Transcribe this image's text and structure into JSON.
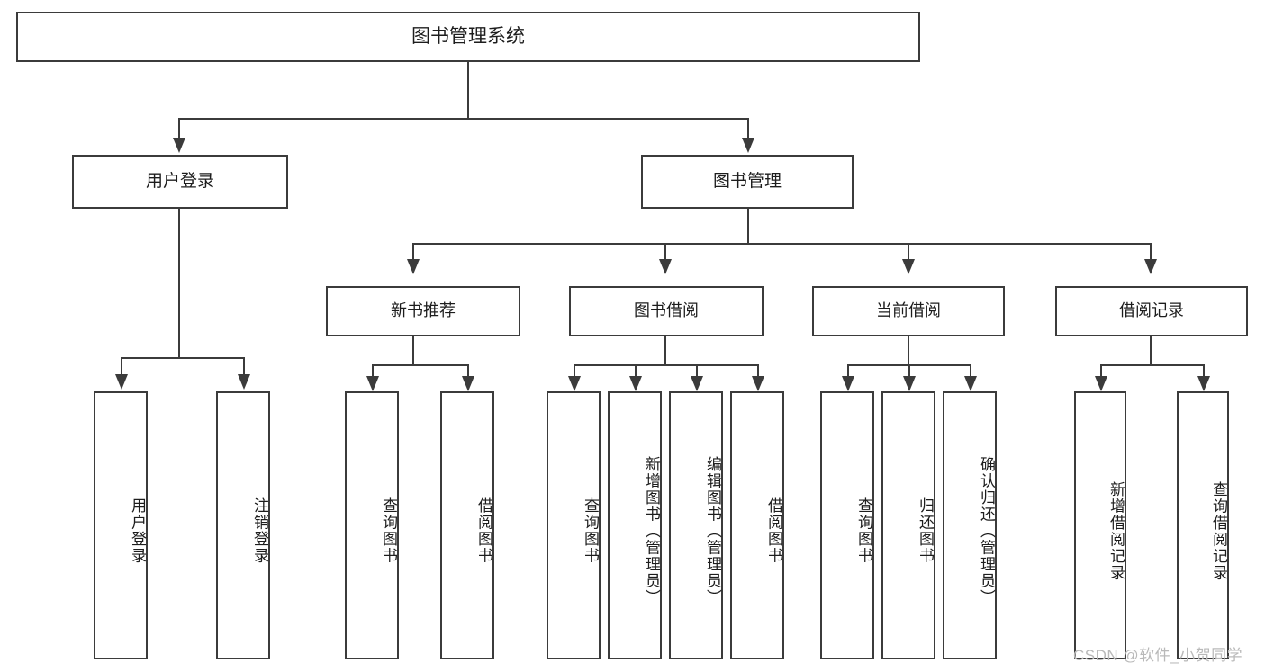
{
  "diagram": {
    "type": "tree",
    "title": "图书管理系统",
    "root": {
      "label": "图书管理系统"
    },
    "level2": [
      {
        "label": "用户登录"
      },
      {
        "label": "图书管理"
      }
    ],
    "level3": [
      {
        "label": "新书推荐"
      },
      {
        "label": "图书借阅"
      },
      {
        "label": "当前借阅"
      },
      {
        "label": "借阅记录"
      }
    ],
    "leaves": {
      "user_login": [
        {
          "label": "用户登录"
        },
        {
          "label": "注销登录"
        }
      ],
      "new_book": [
        {
          "label": "查询图书"
        },
        {
          "label": "借阅图书"
        }
      ],
      "book_borrow": [
        {
          "label": "查询图书"
        },
        {
          "label": "新增图书（管理员）"
        },
        {
          "label": "编辑图书（管理员）"
        },
        {
          "label": "借阅图书"
        }
      ],
      "current_borrow": [
        {
          "label": "查询图书"
        },
        {
          "label": "归还图书"
        },
        {
          "label": "确认归还（管理员）"
        }
      ],
      "borrow_record": [
        {
          "label": "新增借阅记录"
        },
        {
          "label": "查询借阅记录"
        }
      ]
    }
  },
  "watermark": {
    "text": "CSDN @软件_小贺同学"
  },
  "colors": {
    "stroke": "#3b3b3b",
    "background": "#ffffff",
    "text": "#1d1d1d",
    "watermark": "#b9b9b9"
  }
}
